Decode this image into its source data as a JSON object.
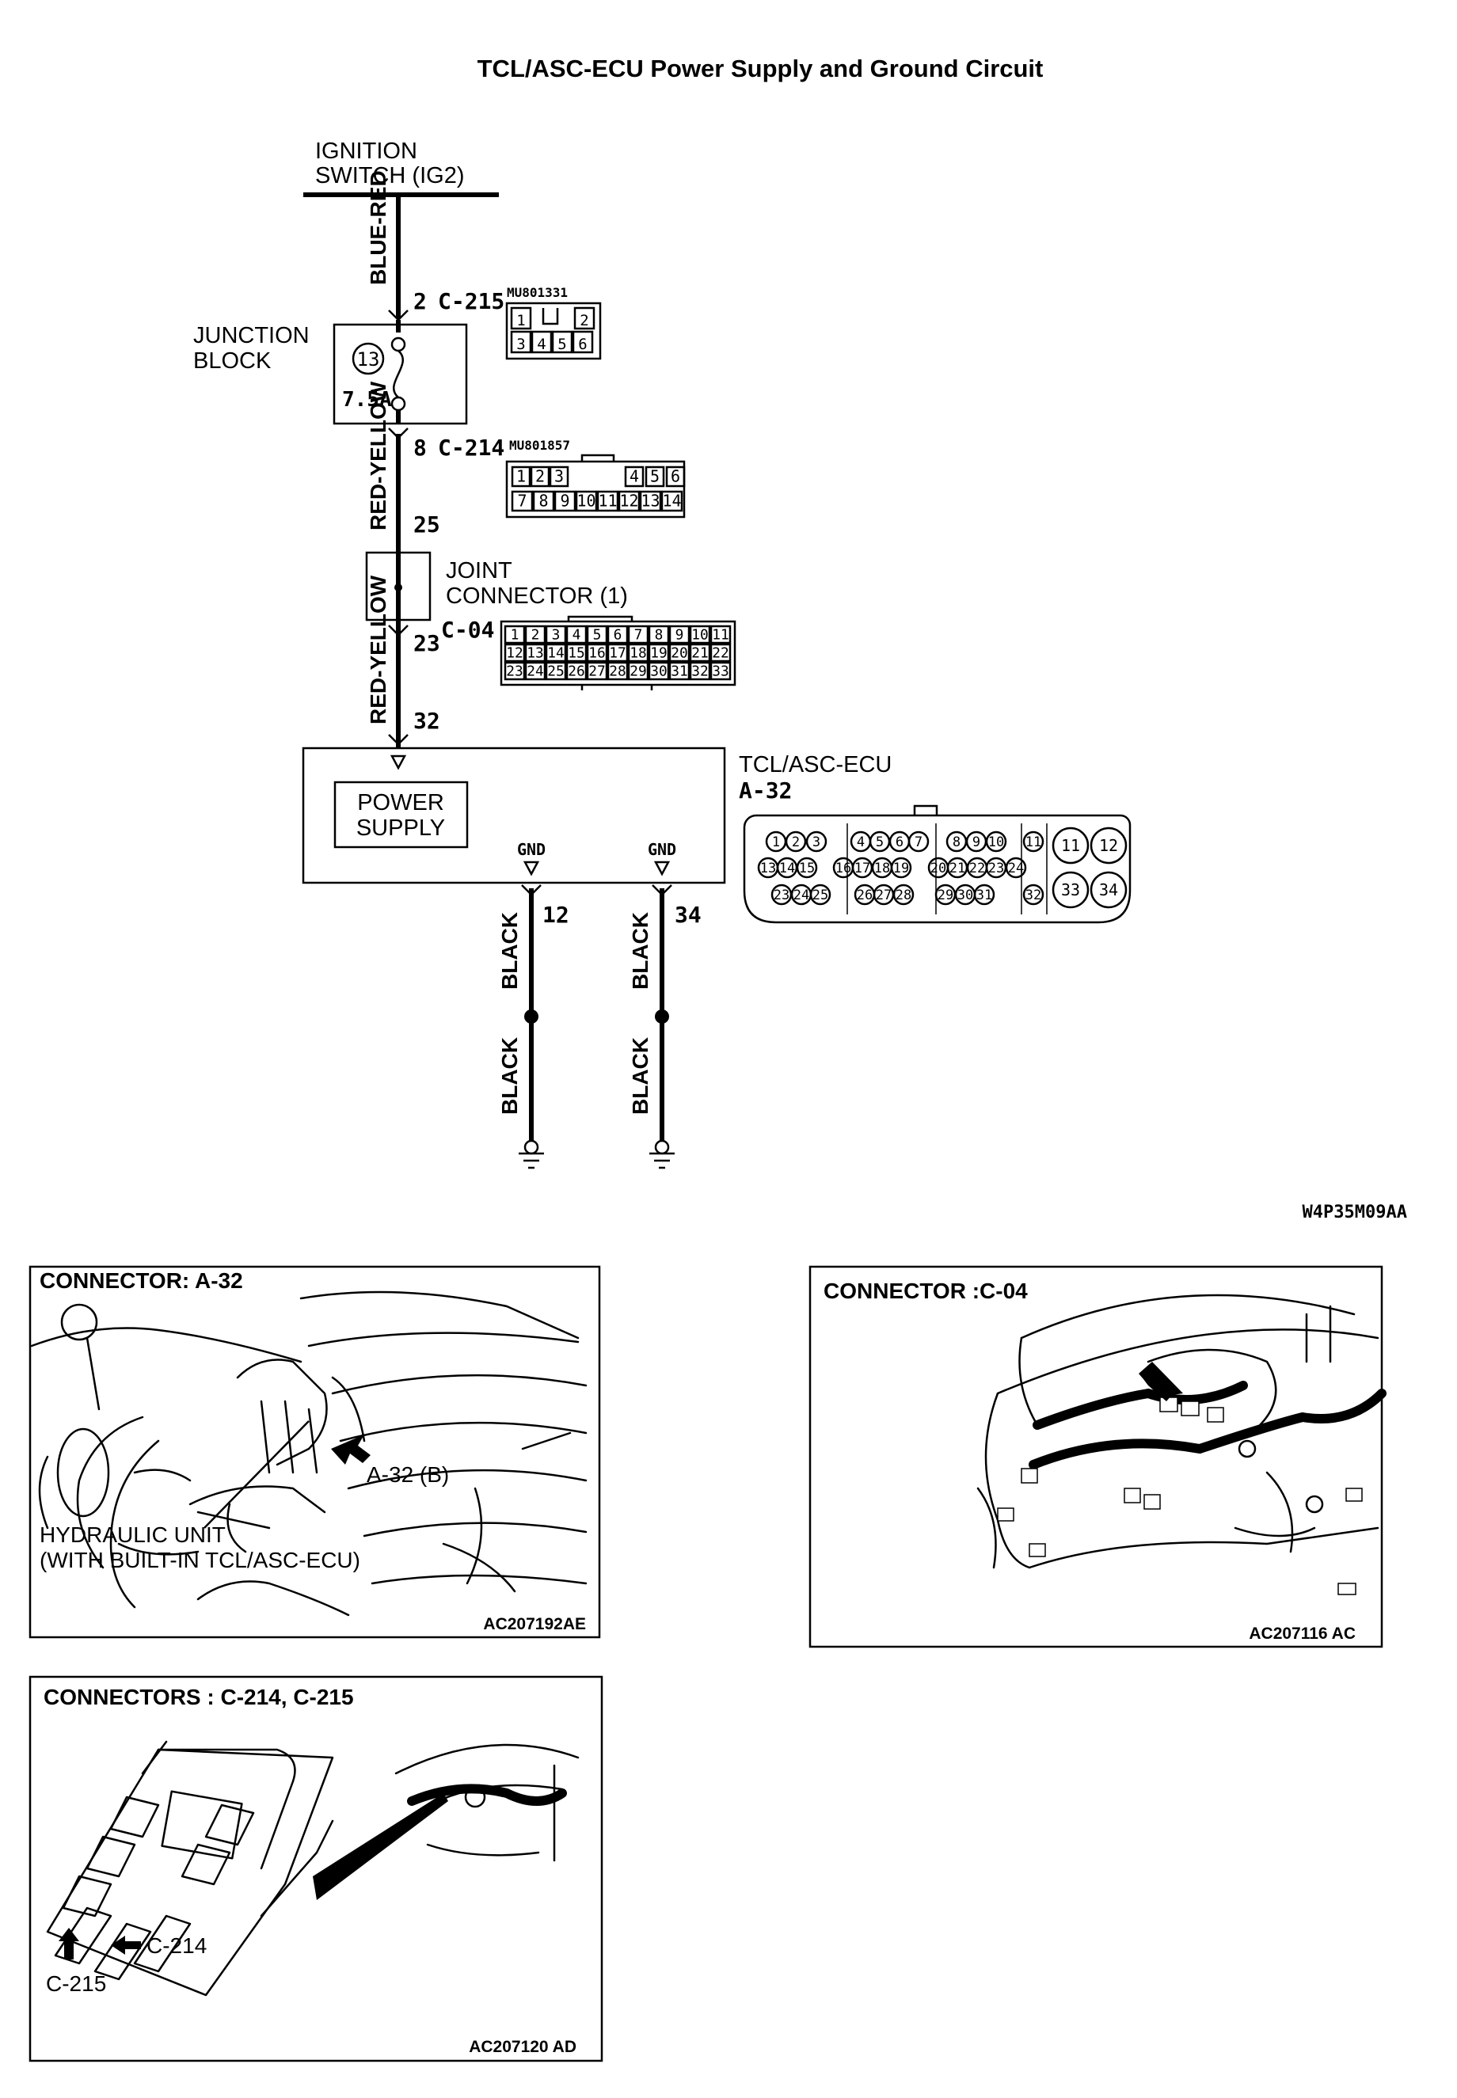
{
  "title": "TCL/ASC-ECU Power Supply and Ground Circuit",
  "figure_code": "W4P35M09AA",
  "ignition": {
    "line1": "IGNITION",
    "line2": "SWITCH (IG2)"
  },
  "wires": {
    "w1": "BLUE-RED",
    "w2": "RED-YELLOW",
    "w3": "RED-YELLOW",
    "gnd1_upper": "BLACK",
    "gnd1_lower": "BLACK",
    "gnd2_upper": "BLACK",
    "gnd2_lower": "BLACK"
  },
  "c215": {
    "pin": "2",
    "name": "C-215",
    "part": "MU801331",
    "cavities": [
      "1",
      "2",
      "3",
      "4",
      "5",
      "6"
    ]
  },
  "junction_block": {
    "line1": "JUNCTION",
    "line2": "BLOCK",
    "fuse_no": "13",
    "fuse_rating": "7.5A"
  },
  "c214": {
    "pin": "8",
    "name": "C-214",
    "part": "MU801857",
    "out_pin": "25",
    "cavities": [
      "1",
      "2",
      "3",
      "4",
      "5",
      "6",
      "7",
      "8",
      "9",
      "10",
      "11",
      "12",
      "13",
      "14"
    ]
  },
  "joint_connector": {
    "line1": "JOINT",
    "line2": "CONNECTOR (1)",
    "pin": "23",
    "name": "C-04",
    "out_pin": "32",
    "cavities": [
      "1",
      "2",
      "3",
      "4",
      "5",
      "6",
      "7",
      "8",
      "9",
      "10",
      "11",
      "12",
      "13",
      "14",
      "15",
      "16",
      "17",
      "18",
      "19",
      "20",
      "21",
      "22",
      "23",
      "24",
      "25",
      "26",
      "27",
      "28",
      "29",
      "30",
      "31",
      "32",
      "33"
    ]
  },
  "ecu": {
    "name": "TCL/ASC-ECU",
    "connector": "A-32",
    "power_line1": "POWER",
    "power_line2": "SUPPLY",
    "gnd_label": "GND",
    "gnd_pin1": "12",
    "gnd_pin2": "34",
    "cavities": [
      "1",
      "2",
      "3",
      "4",
      "5",
      "6",
      "7",
      "8",
      "9",
      "10",
      "11",
      "12",
      "13",
      "14",
      "15",
      "16",
      "17",
      "18",
      "19",
      "20",
      "21",
      "22",
      "23",
      "24",
      "25",
      "26",
      "27",
      "28",
      "29",
      "30",
      "31",
      "32",
      "33",
      "34"
    ]
  },
  "panel_a32": {
    "title": "CONNECTOR: A-32",
    "callout": "A-32 (B)",
    "note1": "HYDRAULIC UNIT",
    "note2": "(WITH BUILT-IN TCL/ASC-ECU)",
    "code": "AC207192AE"
  },
  "panel_c04": {
    "title": "CONNECTOR :C-04",
    "code": "AC207116 AC"
  },
  "panel_c214": {
    "title": "CONNECTORS : C-214, C-215",
    "callout1": "C-214",
    "callout2": "C-215",
    "code": "AC207120 AD"
  }
}
